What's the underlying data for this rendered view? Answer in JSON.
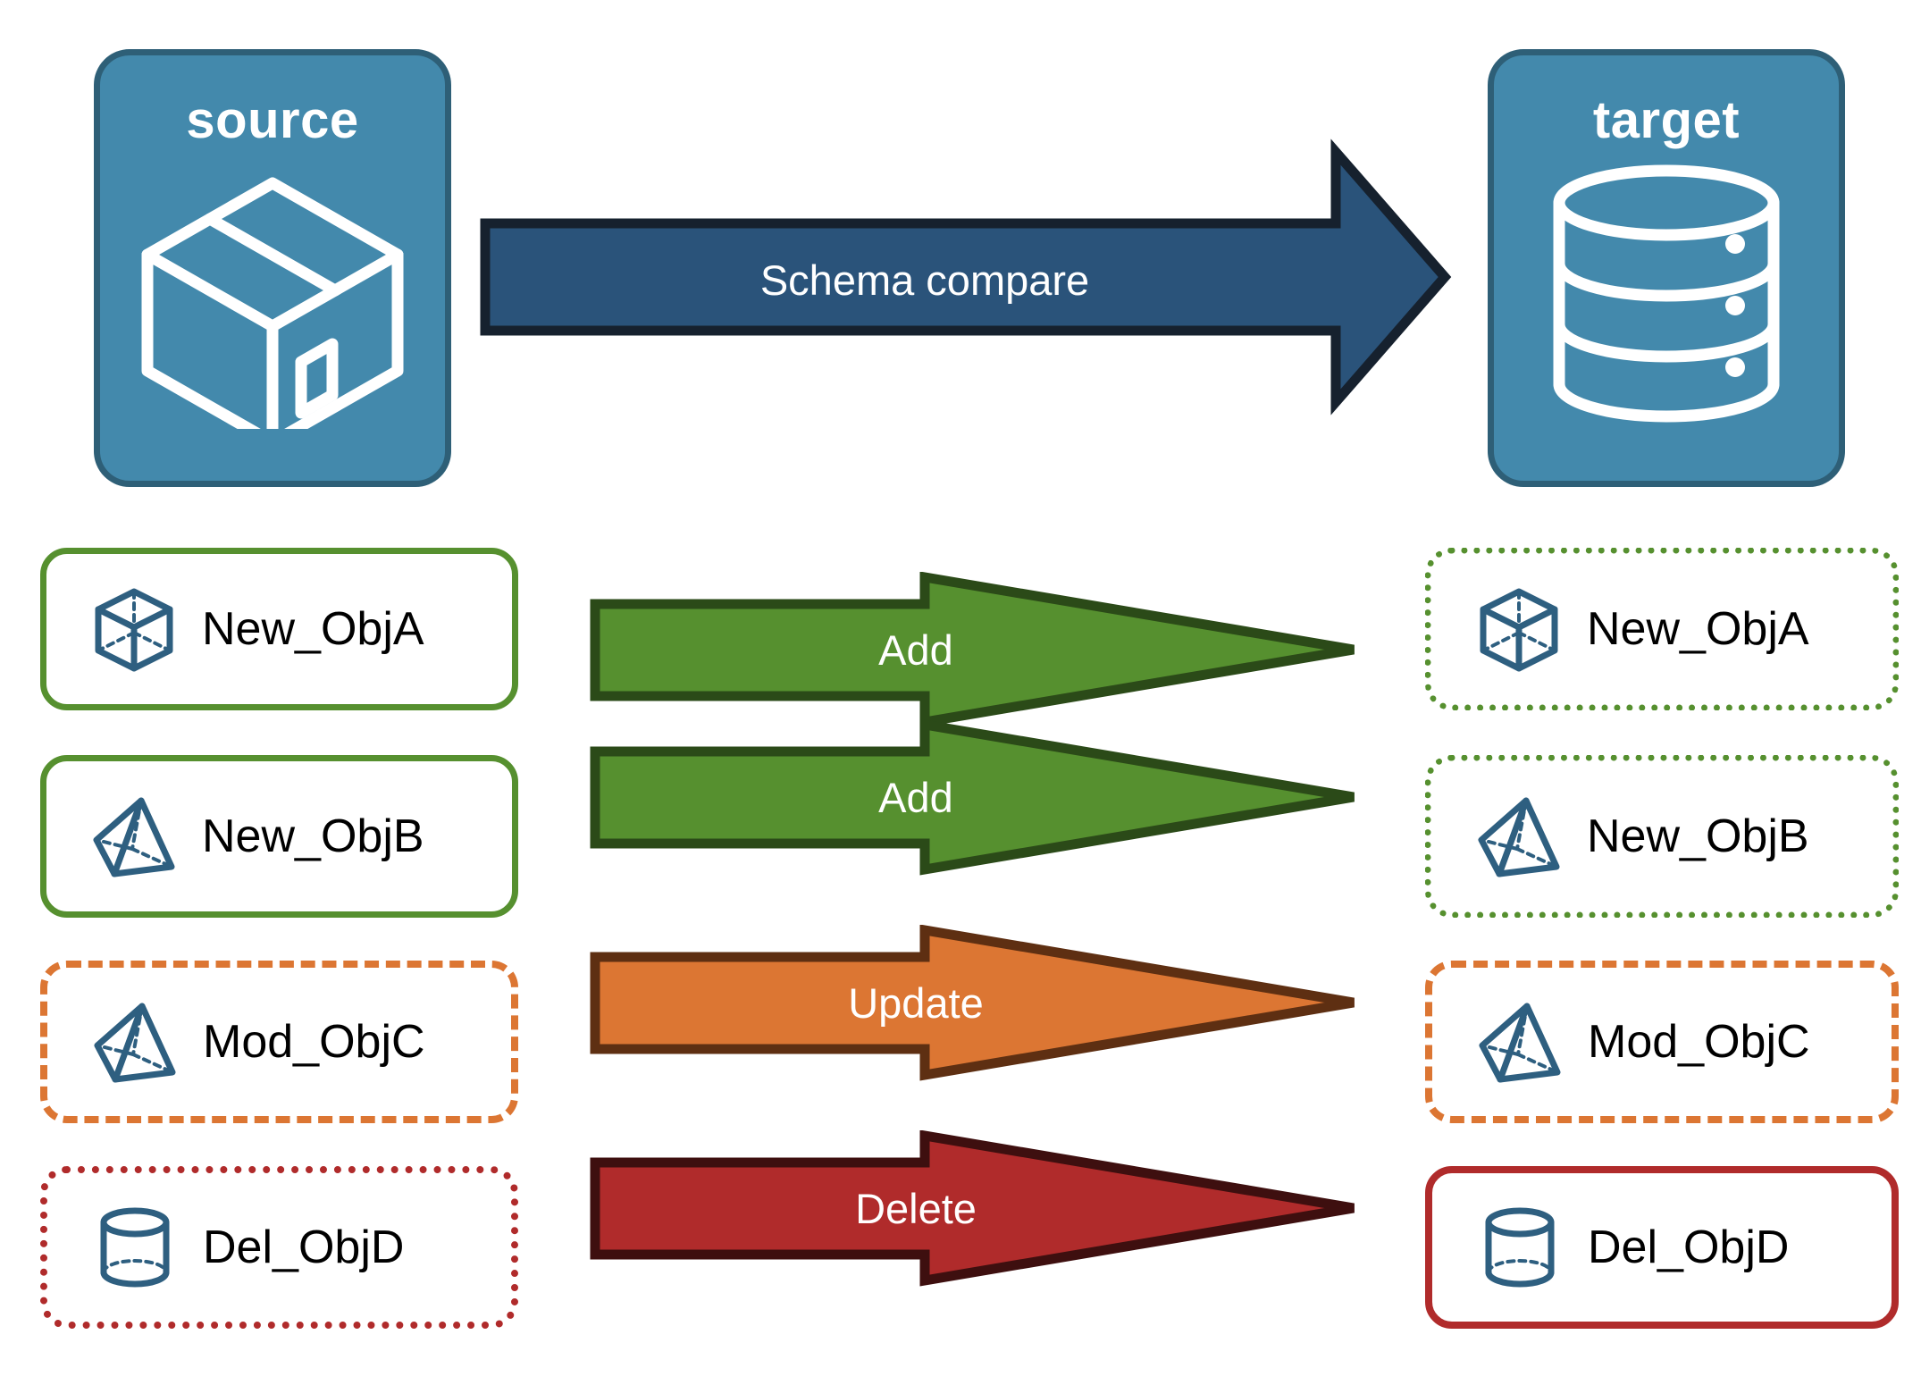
{
  "diagram": {
    "title": "Schema compare",
    "endpoints": {
      "source": {
        "label": "source",
        "icon": "package-box-icon",
        "fill": "#4389AC",
        "stroke": "#2E5F77"
      },
      "target": {
        "label": "target",
        "icon": "database-cylinder-icon",
        "fill": "#4389AC",
        "stroke": "#2E5F77"
      }
    },
    "compare_arrow": {
      "label": "Schema compare",
      "fill": "#2A537A",
      "stroke": "#16212E",
      "direction": "right"
    },
    "colors": {
      "add": "#56902F",
      "add_stroke": "#2B4A18",
      "update": "#DC7633",
      "update_stroke": "#5E2F12",
      "delete": "#B02B2B",
      "delete_stroke": "#3E0F0F",
      "object_icon": "#2E5F80",
      "text": "#000000"
    },
    "rows": [
      {
        "source": {
          "label": "New_ObjA",
          "icon": "cube-wireframe-icon",
          "border_color": "#56902F",
          "border_style": "solid"
        },
        "action": {
          "label": "Add",
          "fill": "#56902F",
          "stroke": "#2B4A18"
        },
        "target": {
          "label": "New_ObjA",
          "icon": "cube-wireframe-icon",
          "border_color": "#56902F",
          "border_style": "dotted"
        }
      },
      {
        "source": {
          "label": "New_ObjB",
          "icon": "pyramid-wireframe-icon",
          "border_color": "#56902F",
          "border_style": "solid"
        },
        "action": {
          "label": "Add",
          "fill": "#56902F",
          "stroke": "#2B4A18"
        },
        "target": {
          "label": "New_ObjB",
          "icon": "pyramid-wireframe-icon",
          "border_color": "#56902F",
          "border_style": "dotted"
        }
      },
      {
        "source": {
          "label": "Mod_ObjC",
          "icon": "pyramid-wireframe-icon",
          "border_color": "#DC7633",
          "border_style": "dashed"
        },
        "action": {
          "label": "Update",
          "fill": "#DC7633",
          "stroke": "#5E2F12"
        },
        "target": {
          "label": "Mod_ObjC",
          "icon": "pyramid-wireframe-icon",
          "border_color": "#DC7633",
          "border_style": "dashed"
        }
      },
      {
        "source": {
          "label": "Del_ObjD",
          "icon": "cylinder-wireframe-icon",
          "border_color": "#B02B2B",
          "border_style": "dotted"
        },
        "action": {
          "label": "Delete",
          "fill": "#B02B2B",
          "stroke": "#3E0F0F"
        },
        "target": {
          "label": "Del_ObjD",
          "icon": "cylinder-wireframe-icon",
          "border_color": "#B02B2B",
          "border_style": "solid"
        }
      }
    ]
  }
}
